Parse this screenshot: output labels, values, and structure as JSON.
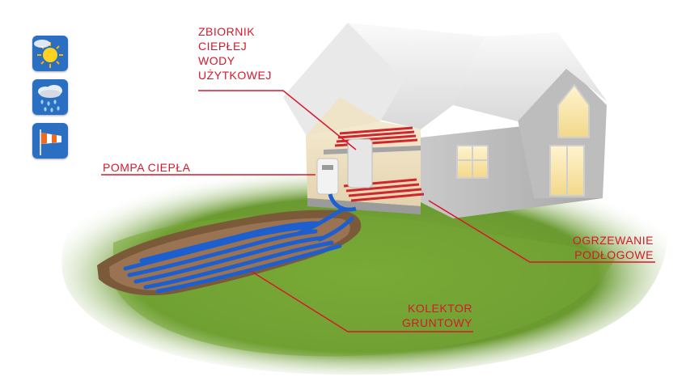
{
  "weather_icons": [
    "sun-icon",
    "rain-cloud-icon",
    "windsock-icon"
  ],
  "labels": {
    "tank": [
      "ZBIORNIK",
      "CIEPŁEJ",
      "WODY",
      "UŻYTKOWEJ"
    ],
    "heat_pump": [
      "POMPA CIEPŁA"
    ],
    "floor_heating": [
      "OGRZEWANIE",
      "PODŁOGOWE"
    ],
    "ground_collector": [
      "KOLEKTOR",
      "GRUNTOWY"
    ]
  },
  "colors": {
    "label": "#d7182a",
    "pipe_blue": "#1e5fd0",
    "pipe_red": "#d0262e",
    "grass": "#6fa032",
    "icon_bg": "#2a6fc2"
  }
}
